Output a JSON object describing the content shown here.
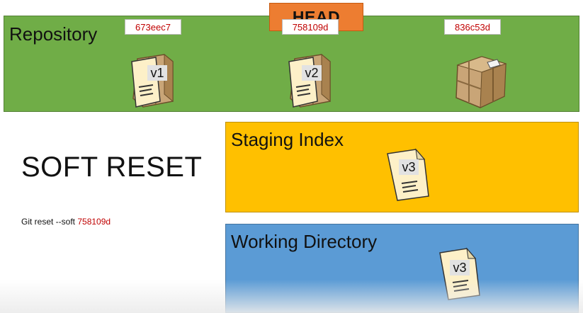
{
  "colors": {
    "repository": "#70ad47",
    "staging": "#ffc000",
    "working": "#5b9bd5",
    "head": "#ed7d31",
    "hash_text": "#c00000",
    "document": "#fdf0c8",
    "box": "#c9a577"
  },
  "head_label": "HEAD",
  "repository": {
    "title": "Repository",
    "commits": [
      {
        "hash": "673eec7",
        "label": "v1",
        "icon": "package-with-document-icon"
      },
      {
        "hash": "758109d",
        "label": "v2",
        "icon": "package-with-document-icon"
      },
      {
        "hash": "836c53d",
        "label": "",
        "icon": "sealed-package-icon"
      }
    ]
  },
  "staging": {
    "title": "Staging Index",
    "document_label": "v3"
  },
  "working": {
    "title": "Working Directory",
    "document_label": "v3"
  },
  "heading": "SOFT RESET",
  "command": {
    "prefix": "Git reset --soft ",
    "hash": "758109d"
  }
}
